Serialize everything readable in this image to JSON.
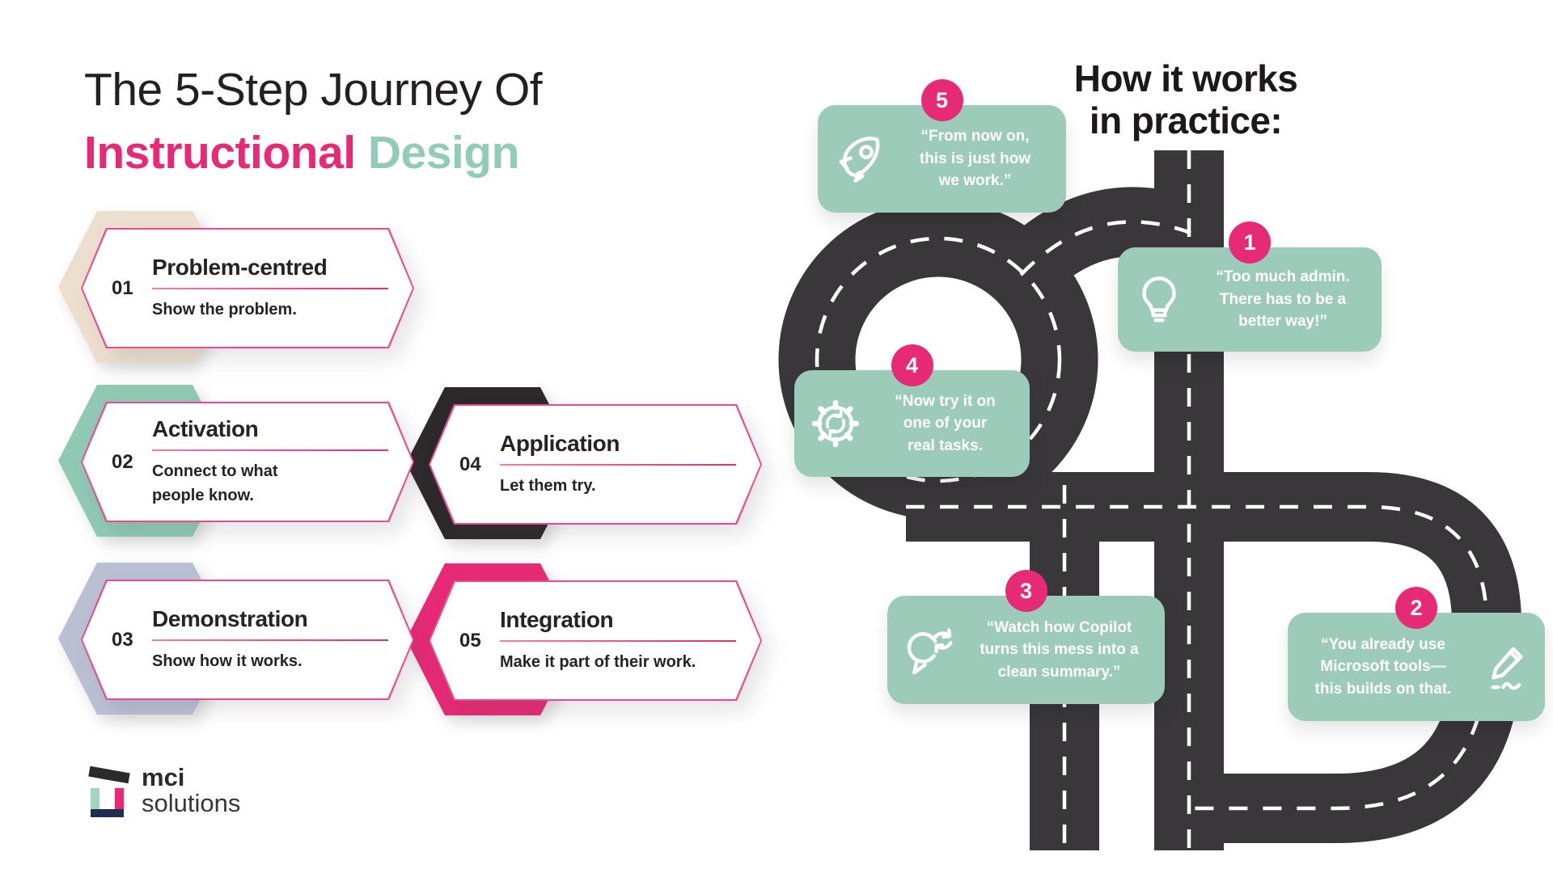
{
  "title": {
    "line1": "The 5-Step Journey Of",
    "word1": "Instructional",
    "word2": "Design"
  },
  "steps": [
    {
      "number": "01",
      "title": "Problem-centred",
      "subtitle": "Show the problem."
    },
    {
      "number": "02",
      "title": "Activation",
      "subtitle": "Connect to what people know."
    },
    {
      "number": "03",
      "title": "Demonstration",
      "subtitle": "Show how it works."
    },
    {
      "number": "04",
      "title": "Application",
      "subtitle": "Let them try."
    },
    {
      "number": "05",
      "title": "Integration",
      "subtitle": "Make it part of their work."
    }
  ],
  "practice": {
    "heading_lines": [
      "How it works",
      "in practice:"
    ],
    "callouts": [
      {
        "number": "1",
        "icon": "lightbulb-icon",
        "lines": [
          "“Too much admin.",
          "There has to be a",
          "better way!”"
        ]
      },
      {
        "number": "2",
        "icon": "pencil-icon",
        "lines": [
          "“You already use",
          "Microsoft tools—",
          "this builds on that."
        ]
      },
      {
        "number": "3",
        "icon": "chat-sync-icon",
        "lines": [
          "“Watch how Copilot",
          "turns this mess into a",
          "clean summary.”"
        ]
      },
      {
        "number": "4",
        "icon": "gear-sync-icon",
        "lines": [
          "“Now try it on",
          "one of your",
          "real tasks."
        ]
      },
      {
        "number": "5",
        "icon": "rocket-icon",
        "lines": [
          "“From now on,",
          "this is just how",
          "we work.”"
        ]
      }
    ]
  },
  "logo": {
    "line1": "mci",
    "line2": "solutions"
  },
  "colors": {
    "pink": "#e72a76",
    "teal_hex": "#8fc9b3",
    "beige_hex": "#ecdfd0",
    "slate_hex": "#b9c0d2",
    "dark_hex": "#2d292b",
    "callout_green": "#9ccbba",
    "road": "#3a373a",
    "title_teal": "#92ccb7",
    "text_dark": "#272325"
  }
}
